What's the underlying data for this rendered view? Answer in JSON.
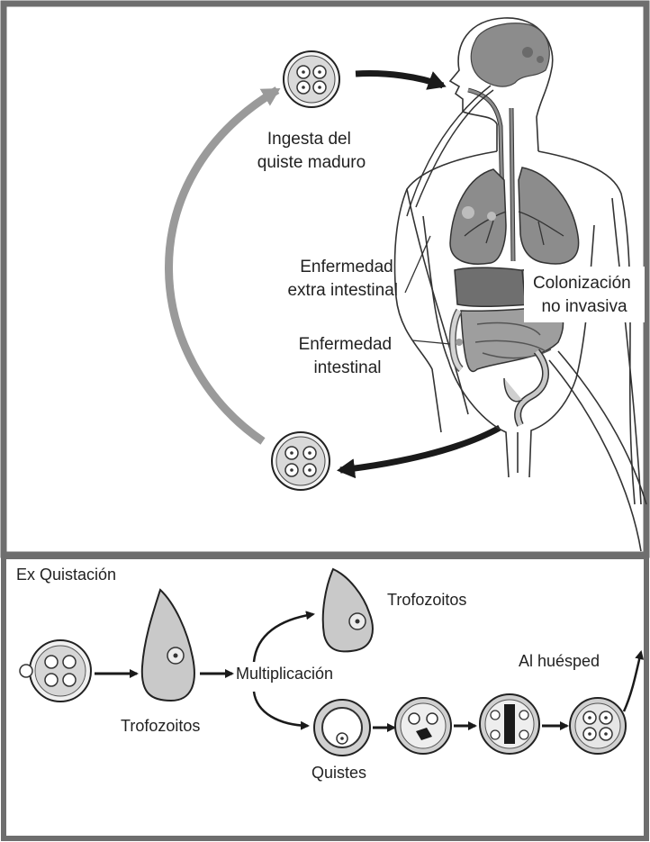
{
  "top_panel": {
    "label_ingestion": [
      "Ingesta del",
      "quiste maduro"
    ],
    "label_extra_intestinal": [
      "Enfermedad",
      "extra intestinal"
    ],
    "label_intestinal": [
      "Enfermedad",
      "intestinal"
    ],
    "label_colonization": [
      "Colonización",
      "no invasiva"
    ]
  },
  "bottom_panel": {
    "label_excystation": "Ex Quistación",
    "label_trophozoites_1": "Trofozoitos",
    "label_multiplication": "Multiplicación",
    "label_trophozoites_2": "Trofozoitos",
    "label_cysts": "Quistes",
    "label_to_host": "Al huésped"
  },
  "colors": {
    "frame": "#6e6e6e",
    "organ_gray": "#8c8c8c",
    "arrow_black": "#1a1a1a",
    "arrow_gray": "#9a9a9a"
  }
}
